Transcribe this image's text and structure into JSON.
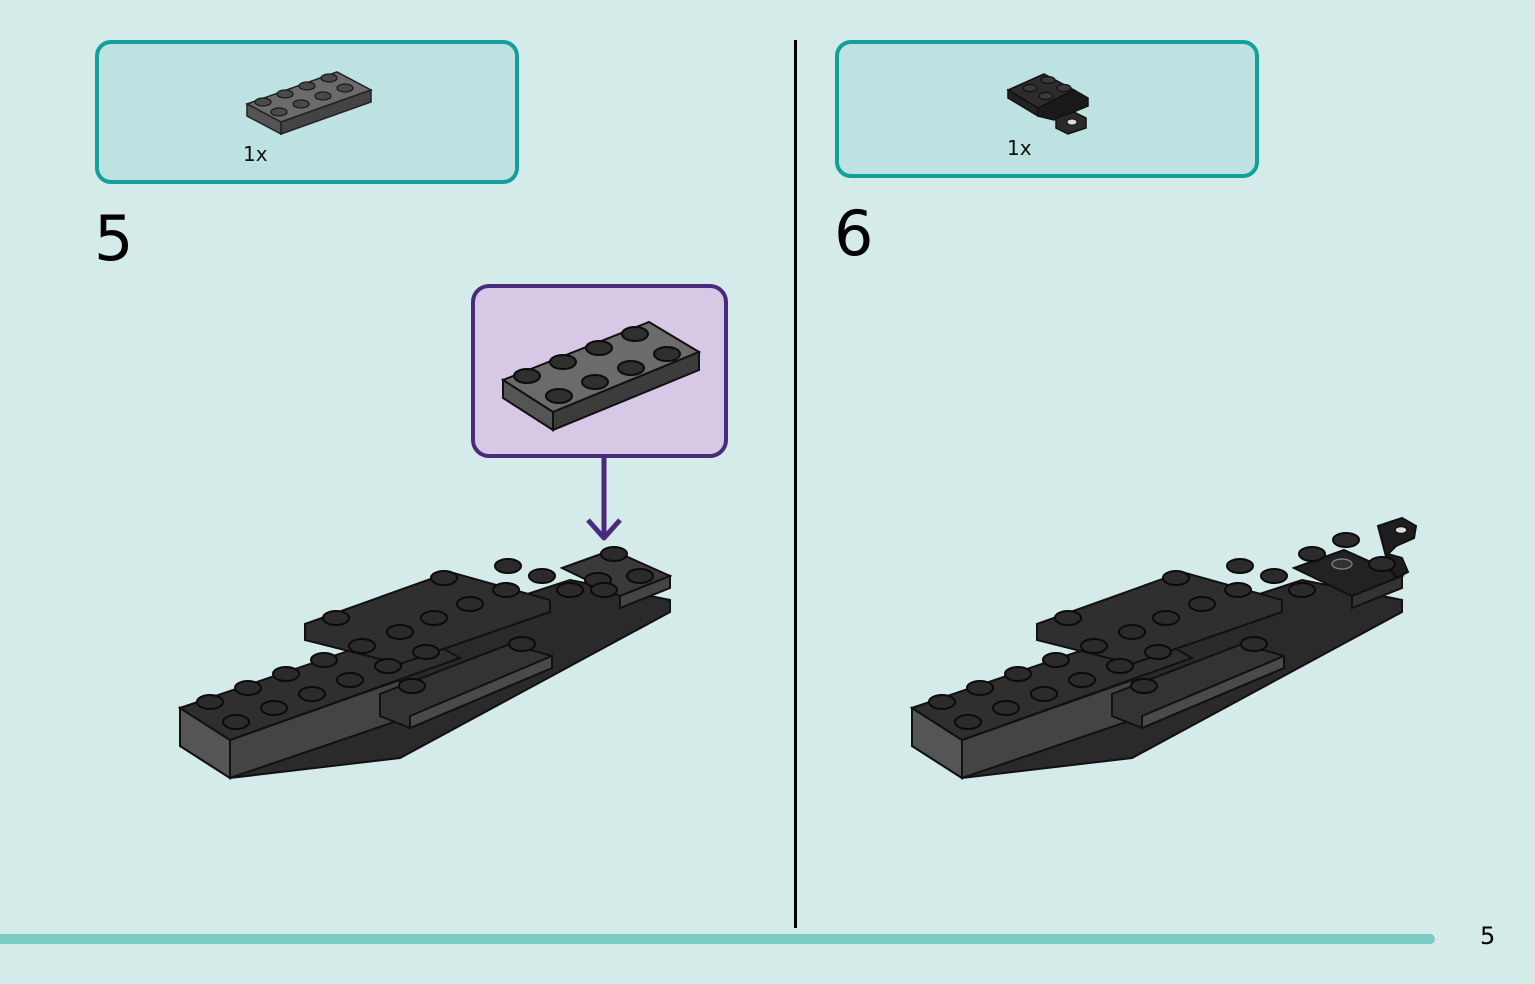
{
  "steps": [
    {
      "number": "5",
      "parts": [
        {
          "qty": "1x",
          "part": "plate-2x4-dark-gray"
        }
      ]
    },
    {
      "number": "6",
      "parts": [
        {
          "qty": "1x",
          "part": "plate-with-clip-black"
        }
      ]
    }
  ],
  "page_number": "5",
  "colors": {
    "background": "#d4ebea",
    "parts_border": "#12a09a",
    "callout_border": "#4b2a7c",
    "callout_fill": "#d7c9e5",
    "arrow": "#4b2a7c",
    "bottom_bar": "#7ccac6"
  }
}
